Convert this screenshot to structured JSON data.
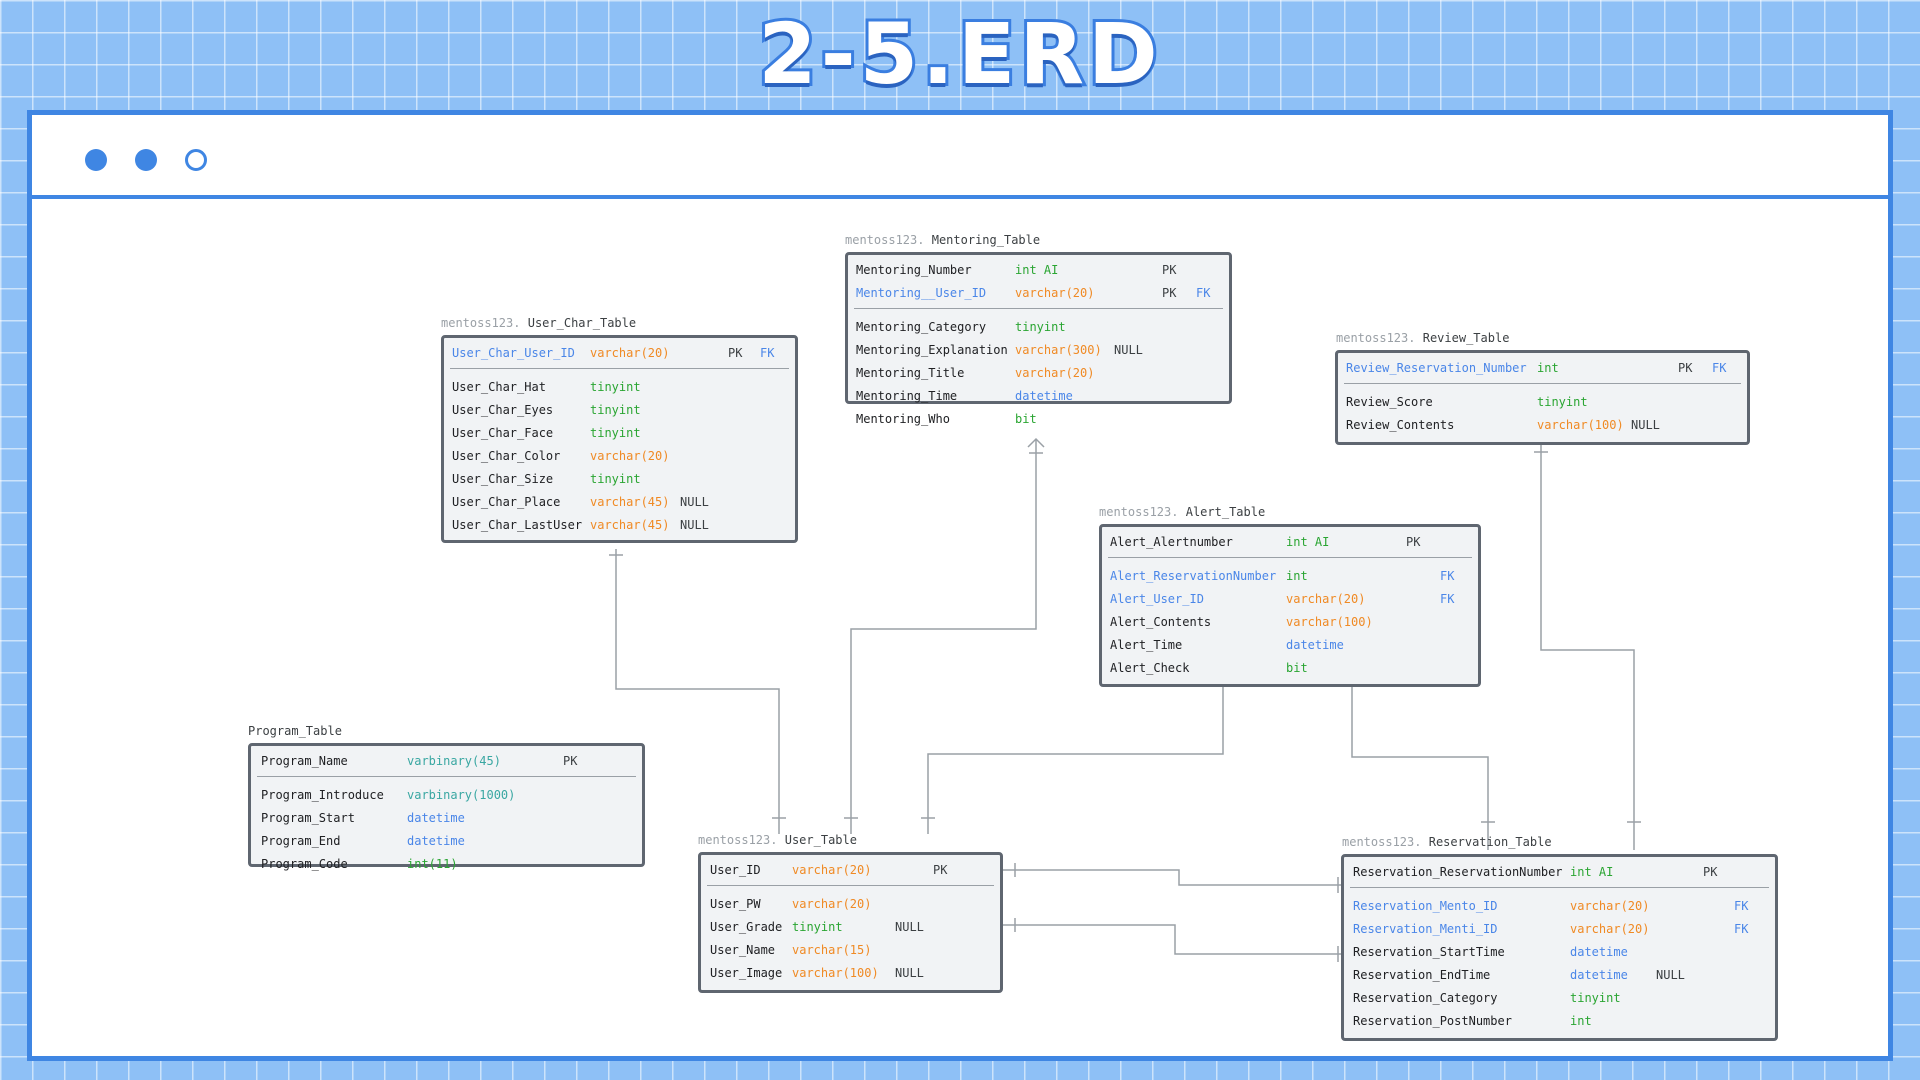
{
  "title": "2-5.ERD",
  "colors": {
    "key_column": "#4a86e8",
    "varchar": "#f08a24",
    "tinyint": "#2aa532",
    "datetime": "#4a86e8",
    "varbinary": "#39a7a2",
    "border": "#3f86e3"
  },
  "tables": {
    "mentoring": {
      "schema": "mentoss123.",
      "name": "Mentoring_Table",
      "pk_rows": [
        {
          "name": "Mentoring_Number",
          "type": "int AI",
          "pk": "PK",
          "fk": ""
        },
        {
          "name": "Mentoring__User_ID",
          "type": "varchar(20)",
          "pk": "PK",
          "fk": "FK"
        }
      ],
      "rows": [
        {
          "name": "Mentoring_Category",
          "type": "tinyint",
          "null": ""
        },
        {
          "name": "Mentoring_Explanation",
          "type": "varchar(300)",
          "null": "NULL"
        },
        {
          "name": "Mentoring_Title",
          "type": "varchar(20)",
          "null": ""
        },
        {
          "name": "Mentoring_Time",
          "type": "datetime",
          "null": ""
        },
        {
          "name": "Mentoring_Who",
          "type": "bit",
          "null": ""
        }
      ]
    },
    "user_char": {
      "schema": "mentoss123.",
      "name": "User_Char_Table",
      "pk_rows": [
        {
          "name": "User_Char_User_ID",
          "type": "varchar(20)",
          "pk": "PK",
          "fk": "FK"
        }
      ],
      "rows": [
        {
          "name": "User_Char_Hat",
          "type": "tinyint",
          "null": ""
        },
        {
          "name": "User_Char_Eyes",
          "type": "tinyint",
          "null": ""
        },
        {
          "name": "User_Char_Face",
          "type": "tinyint",
          "null": ""
        },
        {
          "name": "User_Char_Color",
          "type": "varchar(20)",
          "null": ""
        },
        {
          "name": "User_Char_Size",
          "type": "tinyint",
          "null": ""
        },
        {
          "name": "User_Char_Place",
          "type": "varchar(45)",
          "null": "NULL"
        },
        {
          "name": "User_Char_LastUser",
          "type": "varchar(45)",
          "null": "NULL"
        }
      ]
    },
    "review": {
      "schema": "mentoss123.",
      "name": "Review_Table",
      "pk_rows": [
        {
          "name": "Review_Reservation_Number",
          "type": "int",
          "pk": "PK",
          "fk": "FK"
        }
      ],
      "rows": [
        {
          "name": "Review_Score",
          "type": "tinyint",
          "null": ""
        },
        {
          "name": "Review_Contents",
          "type": "varchar(100)",
          "null": "NULL"
        }
      ]
    },
    "alert": {
      "schema": "mentoss123.",
      "name": "Alert_Table",
      "pk_rows": [
        {
          "name": "Alert_Alertnumber",
          "type": "int AI",
          "pk": "PK",
          "fk": ""
        }
      ],
      "rows": [
        {
          "name": "Alert_ReservationNumber",
          "type": "int",
          "null": "",
          "fk": "FK"
        },
        {
          "name": "Alert_User_ID",
          "type": "varchar(20)",
          "null": "",
          "fk": "FK"
        },
        {
          "name": "Alert_Contents",
          "type": "varchar(100)",
          "null": "",
          "fk": ""
        },
        {
          "name": "Alert_Time",
          "type": "datetime",
          "null": "",
          "fk": ""
        },
        {
          "name": "Alert_Check",
          "type": "bit",
          "null": "",
          "fk": ""
        }
      ]
    },
    "program": {
      "schema": "",
      "name": "Program_Table",
      "pk_rows": [
        {
          "name": "Program_Name",
          "type": "varbinary(45)",
          "pk": "PK",
          "fk": ""
        }
      ],
      "rows": [
        {
          "name": "Program_Introduce",
          "type": "varbinary(1000)",
          "null": ""
        },
        {
          "name": "Program_Start",
          "type": "datetime",
          "null": ""
        },
        {
          "name": "Program_End",
          "type": "datetime",
          "null": ""
        },
        {
          "name": "Program_Code",
          "type": "int(11)",
          "null": ""
        }
      ]
    },
    "user": {
      "schema": "mentoss123.",
      "name": "User_Table",
      "pk_rows": [
        {
          "name": "User_ID",
          "type": "varchar(20)",
          "pk": "PK",
          "fk": ""
        }
      ],
      "rows": [
        {
          "name": "User_PW",
          "type": "varchar(20)",
          "null": ""
        },
        {
          "name": "User_Grade",
          "type": "tinyint",
          "null": "NULL"
        },
        {
          "name": "User_Name",
          "type": "varchar(15)",
          "null": ""
        },
        {
          "name": "User_Image",
          "type": "varchar(100)",
          "null": "NULL"
        }
      ]
    },
    "reservation": {
      "schema": "mentoss123.",
      "name": "Reservation_Table",
      "pk_rows": [
        {
          "name": "Reservation_ReservationNumber",
          "type": "int AI",
          "pk": "PK",
          "fk": ""
        }
      ],
      "rows": [
        {
          "name": "Reservation_Mento_ID",
          "type": "varchar(20)",
          "null": "",
          "fk": "FK"
        },
        {
          "name": "Reservation_Menti_ID",
          "type": "varchar(20)",
          "null": "",
          "fk": "FK"
        },
        {
          "name": "Reservation_StartTime",
          "type": "datetime",
          "null": "",
          "fk": ""
        },
        {
          "name": "Reservation_EndTime",
          "type": "datetime",
          "null": "NULL",
          "fk": ""
        },
        {
          "name": "Reservation_Category",
          "type": "tinyint",
          "null": "",
          "fk": ""
        },
        {
          "name": "Reservation_PostNumber",
          "type": "int",
          "null": "",
          "fk": ""
        }
      ]
    }
  }
}
